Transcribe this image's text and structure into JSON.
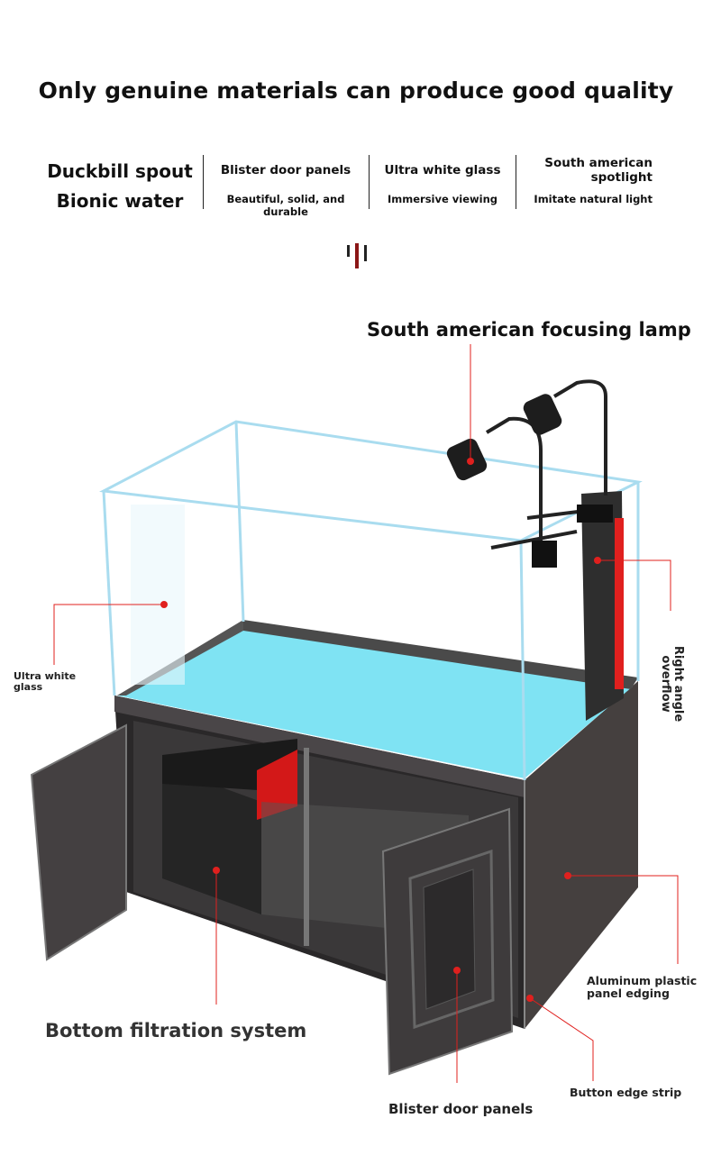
{
  "title": "Only genuine materials can produce good quality",
  "features": {
    "lead_line1": "Duckbill spout",
    "lead_line2": "Bionic water",
    "columns": [
      {
        "title": "Blister door panels",
        "subtitle": "Beautiful, solid, and durable"
      },
      {
        "title": "Ultra white glass",
        "subtitle": "Immersive viewing"
      },
      {
        "title": "South american spotlight",
        "subtitle": "Imitate natural light"
      }
    ]
  },
  "callouts": {
    "lamp": "South american focusing lamp",
    "glass": "Ultra white glass",
    "overflow": "Right angle overflow",
    "filtration": "Bottom filtration system",
    "edging": "Aluminum plastic panel edging",
    "strip": "Button edge strip",
    "doors": "Blister door panels"
  },
  "colors": {
    "accent": "#e0201e",
    "cabinet": "#3f3b3d",
    "water": "#7fe3f3",
    "glass_edge": "#a9dcef"
  }
}
